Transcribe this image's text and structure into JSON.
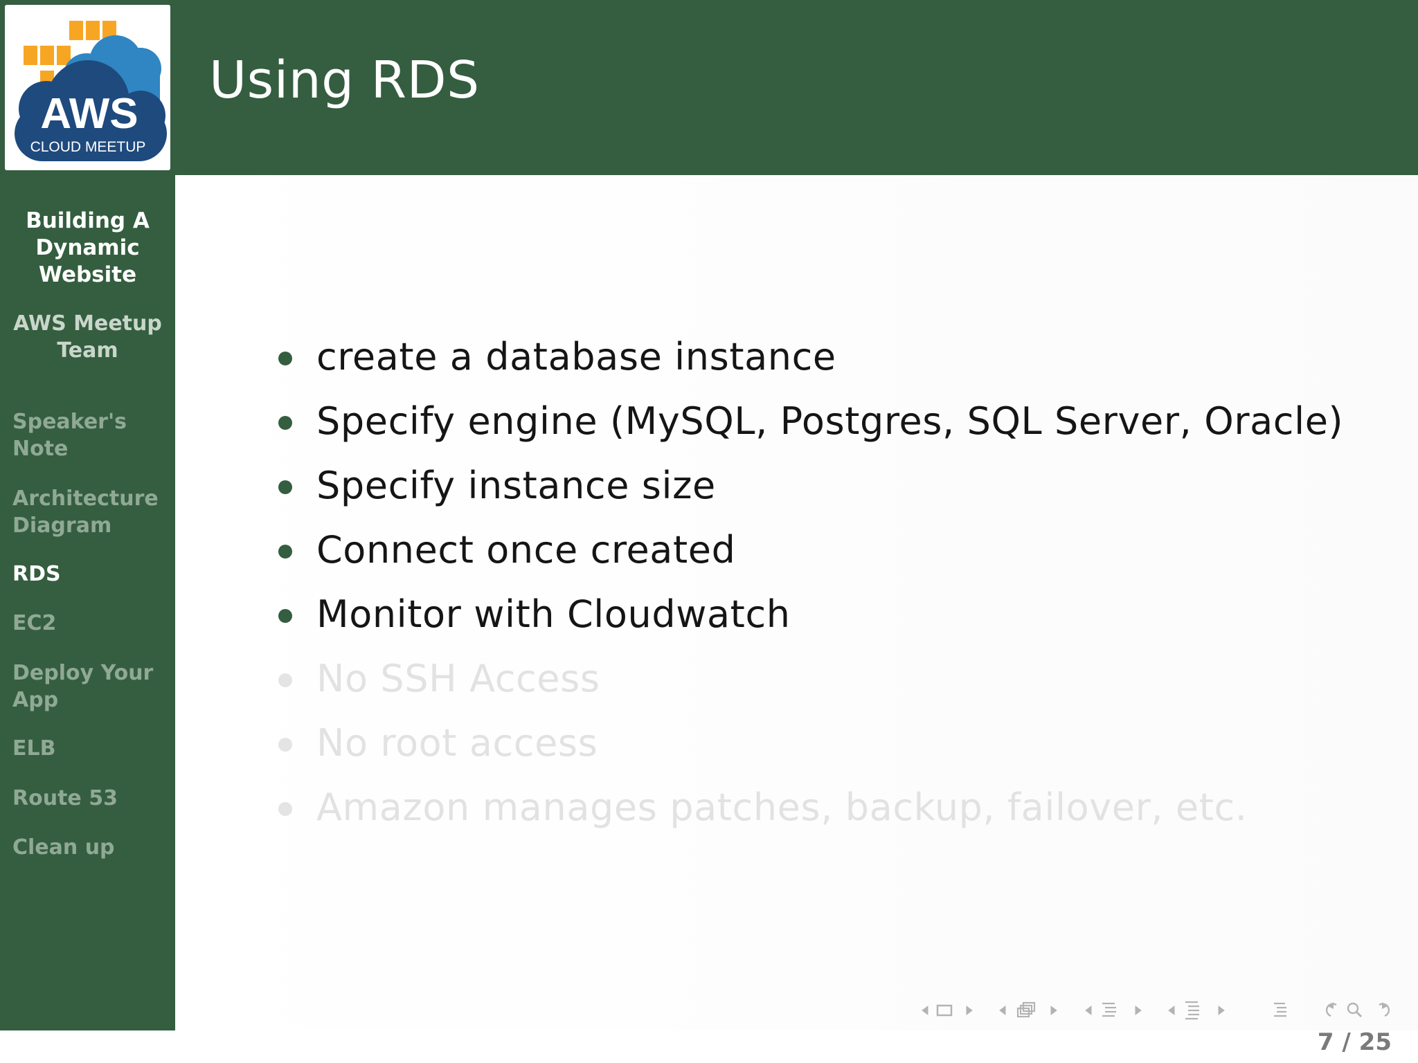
{
  "header": {
    "title": "Using RDS",
    "logo": {
      "main_text": "AWS",
      "sub_text": "CLOUD MEETUP",
      "colors": {
        "navy": "#1e4a7e",
        "cloud": "#2f86c2",
        "box": "#f7a623"
      }
    }
  },
  "sidebar": {
    "presentation_title": "Building A Dynamic Website",
    "presentation_title_lines": [
      "Building A",
      "Dynamic",
      "Website"
    ],
    "author_lines": [
      "AWS Meetup",
      "Team"
    ],
    "items": [
      {
        "lines": [
          "Speaker's",
          "Note"
        ],
        "active": false
      },
      {
        "lines": [
          "Architecture",
          "Diagram"
        ],
        "active": false
      },
      {
        "lines": [
          "RDS"
        ],
        "active": true
      },
      {
        "lines": [
          "EC2"
        ],
        "active": false
      },
      {
        "lines": [
          "Deploy Your",
          "App"
        ],
        "active": false
      },
      {
        "lines": [
          "ELB"
        ],
        "active": false
      },
      {
        "lines": [
          "Route 53"
        ],
        "active": false
      },
      {
        "lines": [
          "Clean up"
        ],
        "active": false
      }
    ]
  },
  "content": {
    "bullets": [
      {
        "text": "create a database instance",
        "state": "visible"
      },
      {
        "text": "Specify engine (MySQL, Postgres, SQL Server, Oracle)",
        "state": "visible"
      },
      {
        "text": "Specify instance size",
        "state": "visible"
      },
      {
        "text": "Connect once created",
        "state": "visible"
      },
      {
        "text": "Monitor with Cloudwatch",
        "state": "visible"
      },
      {
        "text": "No SSH Access",
        "state": "faded"
      },
      {
        "text": "No root access",
        "state": "faded"
      },
      {
        "text": "Amazon manages patches, backup, failover, etc.",
        "state": "faded"
      }
    ]
  },
  "navigation": {
    "controls": [
      "frame-prev-icon",
      "frame-icon",
      "frame-next-icon",
      "subsection-prev-icon",
      "subsection-icon",
      "subsection-next-icon",
      "section-prev-icon",
      "section-icon",
      "section-next-icon",
      "document-prev-icon",
      "document-icon",
      "document-next-icon",
      "outline-icon",
      "back-icon",
      "search-icon",
      "forward-icon"
    ],
    "page_current": 7,
    "page_total": 25,
    "page_label": "7 / 25"
  },
  "colors": {
    "theme_green": "#345e3f",
    "active_nav": "#ffffff",
    "inactive_nav": "#90a995",
    "faded_text": "#e2e2e2"
  }
}
